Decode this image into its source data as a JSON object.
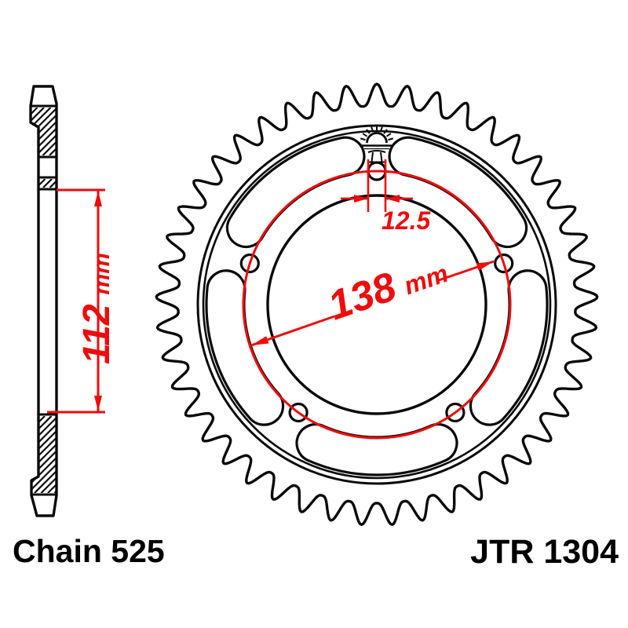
{
  "drawing": {
    "part_number": "JTR 1304",
    "chain_label": "Chain 525",
    "dimensions": {
      "hub_width": {
        "value": "112",
        "unit": "mm"
      },
      "bolt_circle": {
        "value": "138",
        "unit": "mm"
      },
      "bolt_hole": {
        "value": "12.5"
      }
    },
    "colors": {
      "dimension": "#ee0c0c",
      "line": "#0a0a0a",
      "background": "#ffffff"
    },
    "icons": {
      "logo": "jt-rising-sun-logo"
    }
  }
}
